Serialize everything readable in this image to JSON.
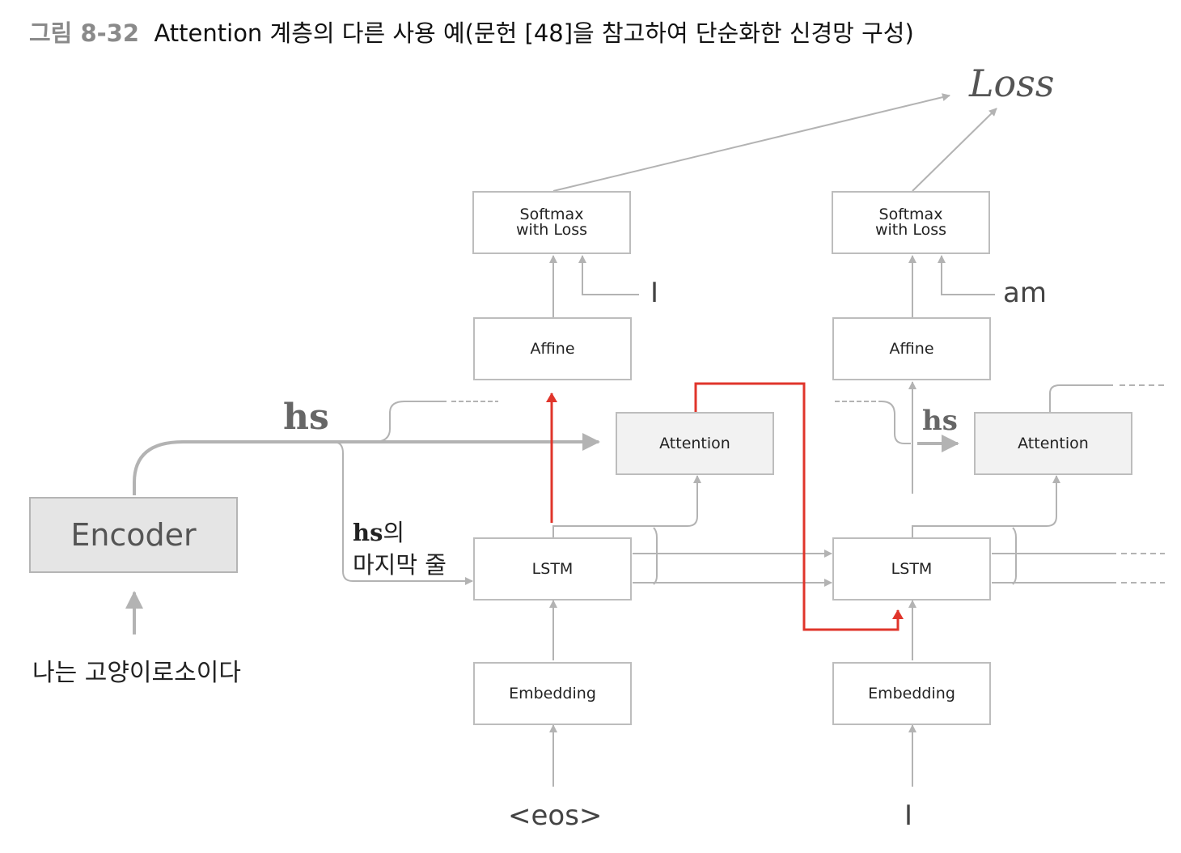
{
  "caption": {
    "figure_number": "그림 8-32",
    "title": "Attention 계층의 다른 사용 예(문헌 [48]을 참고하여 단순화한 신경망 구성)"
  },
  "loss_label": "Loss",
  "encoder": {
    "label": "Encoder",
    "input": "나는 고양이로소이다"
  },
  "hs_label": "hs",
  "hs_last_row": {
    "hs": "hs",
    "suffix": "의",
    "line2": "마지막 줄"
  },
  "timesteps": [
    {
      "softmax_line1": "Softmax",
      "softmax_line2": "with Loss",
      "affine": "Affine",
      "attention": "Attention",
      "lstm": "LSTM",
      "embedding": "Embedding",
      "input_word": "<eos>",
      "target_word": "I"
    },
    {
      "softmax_line1": "Softmax",
      "softmax_line2": "with Loss",
      "affine": "Affine",
      "attention": "Attention",
      "lstm": "LSTM",
      "embedding": "Embedding",
      "input_word": "I",
      "target_word": "am"
    }
  ],
  "colors": {
    "line": "#b3b3b3",
    "highlight": "#e0352b",
    "box_border": "#bdbdbd",
    "attention_fill": "#f2f2f2",
    "encoder_fill": "#e5e5e5"
  }
}
